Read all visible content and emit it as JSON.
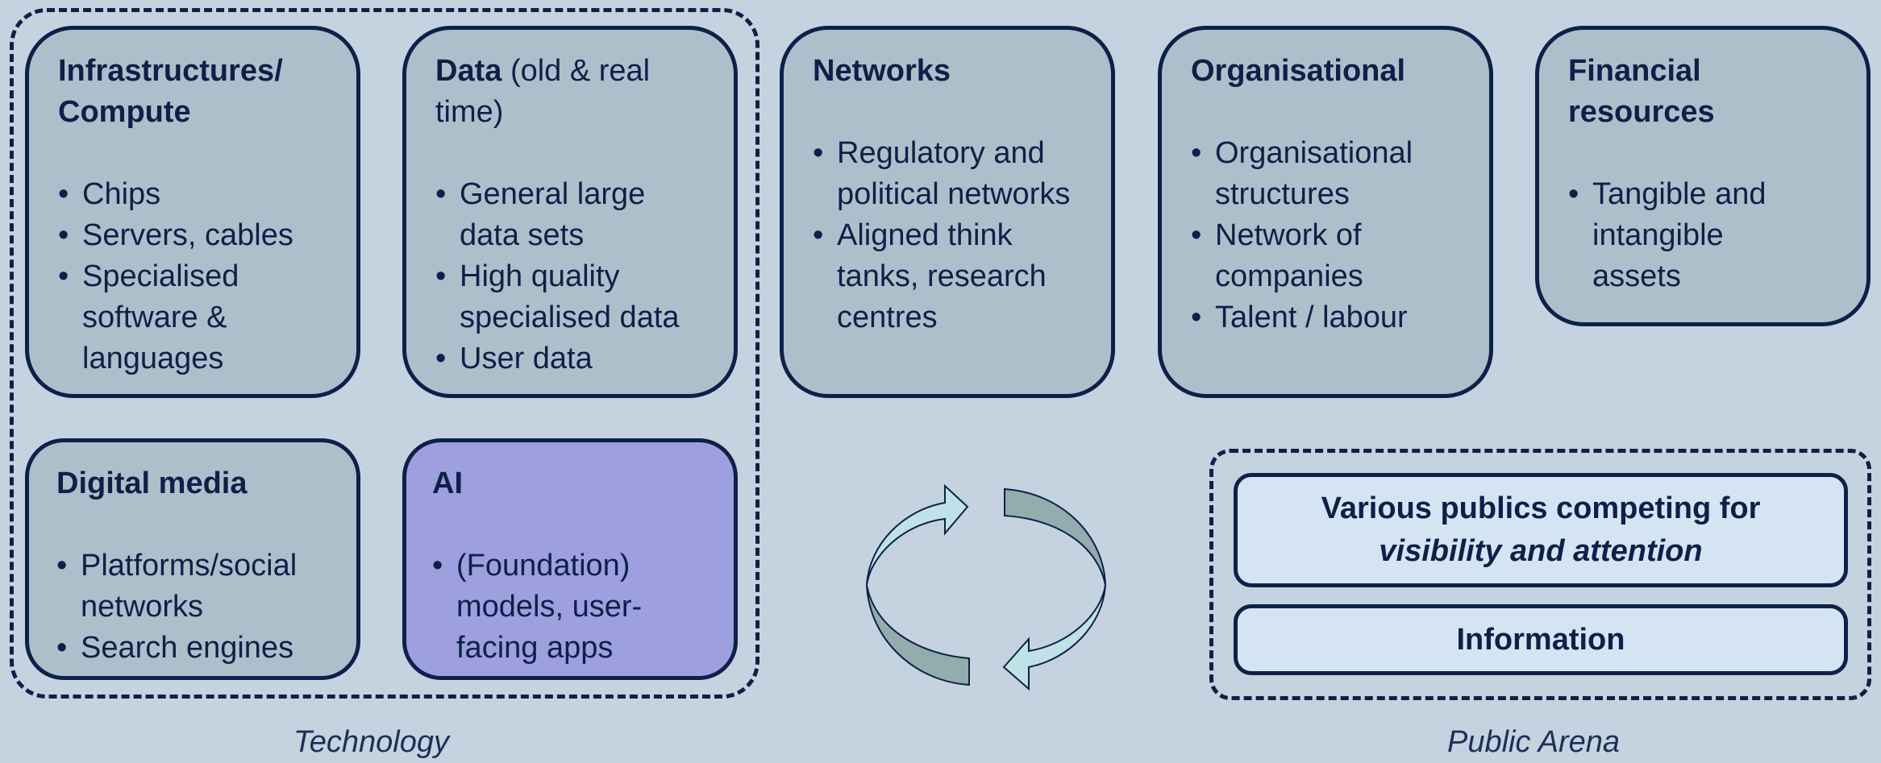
{
  "cards": {
    "infra": {
      "title": "Infrastructures/ Compute",
      "items": [
        "Chips",
        "Servers, cables",
        "Specialised software & languages"
      ]
    },
    "data": {
      "title": "Data",
      "subtitle": "(old & real time)",
      "items": [
        "General large data sets",
        "High quality specialised data",
        "User data"
      ]
    },
    "networks": {
      "title": "Networks",
      "items": [
        "Regulatory and political networks",
        "Aligned think tanks, research centres"
      ]
    },
    "organisational": {
      "title": "Organisational",
      "items": [
        "Organisational structures",
        "Network of companies",
        "Talent / labour"
      ]
    },
    "financial": {
      "title": "Financial resources",
      "items": [
        "Tangible and intangible assets"
      ]
    },
    "digital_media": {
      "title": "Digital media",
      "items": [
        "Platforms/social networks",
        "Search engines"
      ]
    },
    "ai": {
      "title": "AI",
      "items": [
        "(Foundation) models, user-facing apps"
      ]
    }
  },
  "public_arena": {
    "competing_line1": "Various publics competing for",
    "competing_line2": "visibility and attention",
    "information": "Information"
  },
  "labels": {
    "technology": "Technology",
    "public_arena": "Public Arena"
  },
  "colors": {
    "background": "#c5d3e0",
    "card_fill": "#aebfcc",
    "ai_fill": "#9e9fdf",
    "pill_fill": "#d5e4f2",
    "outline": "#0d2148",
    "arrow_light": "#bfe2e6",
    "arrow_dark": "#93acac"
  }
}
